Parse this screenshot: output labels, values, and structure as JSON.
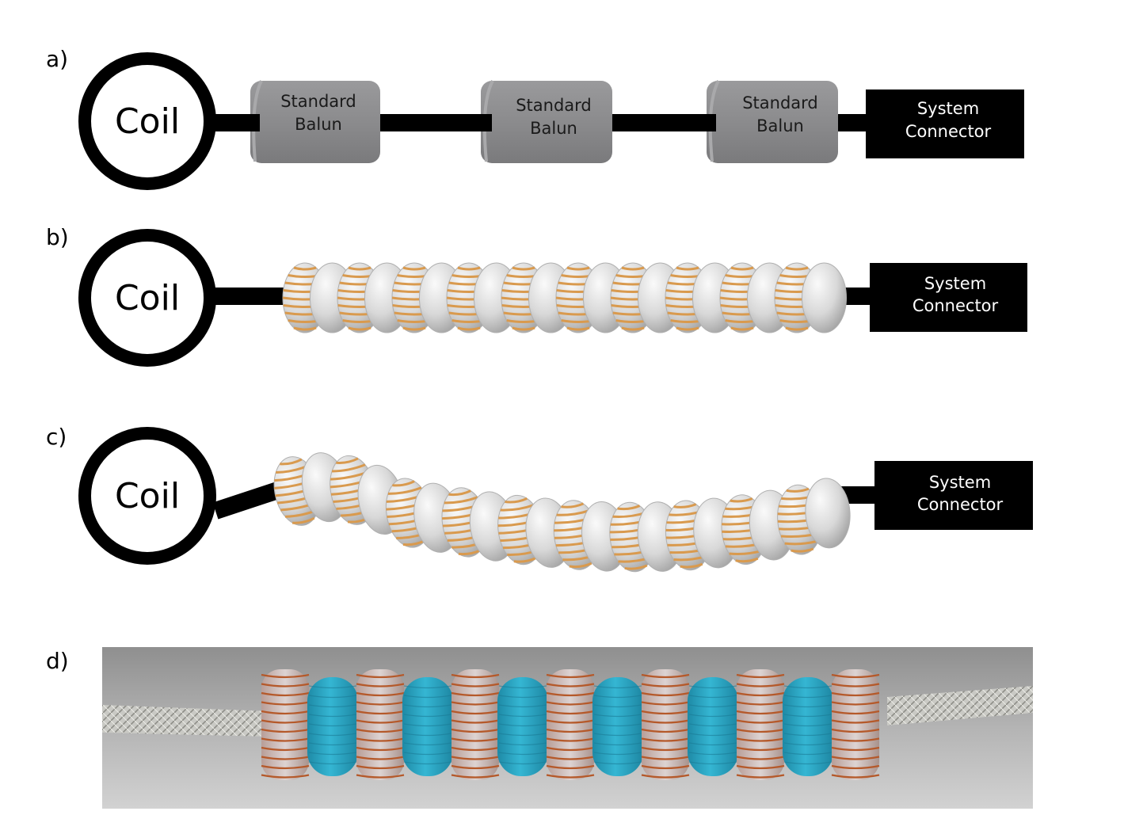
{
  "panels": {
    "a": {
      "label": "a)",
      "coil": "Coil",
      "baluns": [
        {
          "line1": "Standard",
          "line2": "Balun"
        },
        {
          "line1": "Standard",
          "line2": "Balun"
        },
        {
          "line1": "Standard",
          "line2": "Balun"
        }
      ],
      "connector": {
        "line1": "System",
        "line2": "Connector"
      }
    },
    "b": {
      "label": "b)",
      "coil": "Coil",
      "connector": {
        "line1": "System",
        "line2": "Connector"
      }
    },
    "c": {
      "label": "c)",
      "coil": "Coil",
      "connector": {
        "line1": "System",
        "line2": "Connector"
      }
    },
    "d": {
      "label": "d)"
    }
  },
  "colors": {
    "balun_gray": "#8d8d8f",
    "toroid_white": "#dedede",
    "winding_orange": "#d99a4e",
    "copper": "#b5592a",
    "teal": "#2aa8c6",
    "photo_background": "#a9a9a9"
  }
}
